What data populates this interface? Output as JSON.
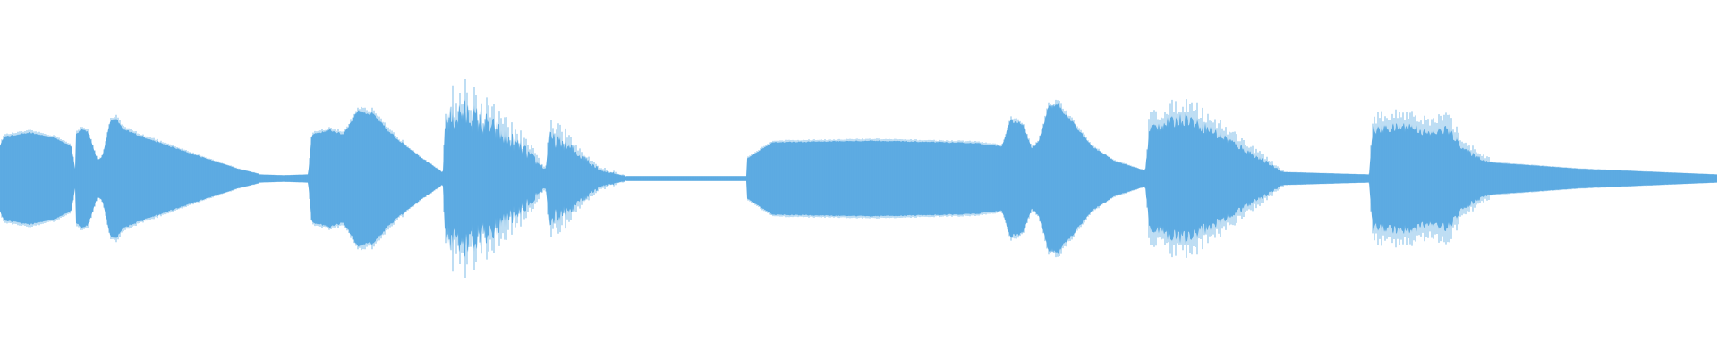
{
  "waveform": {
    "color": "#5dabe2",
    "background": "#ffffff",
    "segments": [
      {
        "kind": "blob",
        "env": [
          [
            0,
            0.4
          ],
          [
            0.05,
            0.52
          ],
          [
            0.4,
            0.57
          ],
          [
            0.75,
            0.5
          ],
          [
            0.95,
            0.4
          ],
          [
            1,
            0.12
          ]
        ],
        "noise": 0.03
      },
      {
        "kind": "blob",
        "env": [
          [
            0,
            0.55
          ],
          [
            0.12,
            0.62
          ],
          [
            0.25,
            0.58
          ],
          [
            0.45,
            0.22
          ],
          [
            0.55,
            0.28
          ],
          [
            0.7,
            0.7
          ],
          [
            0.82,
            0.75
          ],
          [
            1,
            0.6
          ]
        ],
        "noise": 0.05
      },
      {
        "kind": "blob",
        "env": [
          [
            0,
            0.6
          ],
          [
            0.3,
            0.42
          ],
          [
            0.55,
            0.28
          ],
          [
            0.85,
            0.12
          ],
          [
            1,
            0.06
          ]
        ],
        "noise": 0.05
      },
      {
        "kind": "thin",
        "env": [
          [
            0,
            0.05
          ],
          [
            0.5,
            0.04
          ],
          [
            1,
            0.05
          ]
        ],
        "noise": 0.0
      },
      {
        "kind": "blob",
        "env": [
          [
            0,
            0.12
          ],
          [
            0.05,
            0.55
          ],
          [
            0.35,
            0.6
          ],
          [
            0.55,
            0.55
          ],
          [
            0.62,
            0.62
          ],
          [
            0.8,
            0.85
          ],
          [
            1,
            0.8
          ]
        ],
        "noise": 0.05
      },
      {
        "kind": "blob",
        "env": [
          [
            0,
            0.82
          ],
          [
            0.25,
            0.58
          ],
          [
            0.5,
            0.4
          ],
          [
            0.8,
            0.2
          ],
          [
            1,
            0.08
          ]
        ],
        "noise": 0.08
      },
      {
        "kind": "spiky",
        "env": [
          [
            0,
            0.08
          ],
          [
            0.02,
            0.7
          ],
          [
            0.2,
            0.82
          ],
          [
            0.45,
            0.65
          ],
          [
            0.75,
            0.4
          ],
          [
            1,
            0.12
          ]
        ],
        "noise": 0.25
      },
      {
        "kind": "spiky",
        "env": [
          [
            0,
            0.12
          ],
          [
            0.03,
            0.5
          ],
          [
            0.2,
            0.45
          ],
          [
            0.45,
            0.28
          ],
          [
            0.7,
            0.1
          ],
          [
            1,
            0.03
          ]
        ],
        "noise": 0.2
      },
      {
        "kind": "thin",
        "env": [
          [
            0,
            0.03
          ],
          [
            1,
            0.03
          ]
        ],
        "noise": 0.0
      },
      {
        "kind": "blob",
        "env": [
          [
            0,
            0.25
          ],
          [
            0.1,
            0.45
          ],
          [
            0.5,
            0.47
          ],
          [
            0.9,
            0.44
          ],
          [
            1,
            0.4
          ]
        ],
        "noise": 0.03
      },
      {
        "kind": "blob",
        "env": [
          [
            0,
            0.4
          ],
          [
            0.12,
            0.72
          ],
          [
            0.3,
            0.68
          ],
          [
            0.45,
            0.38
          ],
          [
            0.55,
            0.45
          ],
          [
            0.7,
            0.88
          ],
          [
            0.85,
            0.92
          ],
          [
            1,
            0.75
          ]
        ],
        "noise": 0.07
      },
      {
        "kind": "blob",
        "env": [
          [
            0,
            0.75
          ],
          [
            0.3,
            0.4
          ],
          [
            0.6,
            0.22
          ],
          [
            1,
            0.1
          ]
        ],
        "noise": 0.05
      },
      {
        "kind": "spiky",
        "env": [
          [
            0,
            0.1
          ],
          [
            0.03,
            0.62
          ],
          [
            0.3,
            0.75
          ],
          [
            0.6,
            0.48
          ],
          [
            1,
            0.08
          ]
        ],
        "noise": 0.12
      },
      {
        "kind": "blob",
        "env": [
          [
            0,
            0.08
          ],
          [
            1,
            0.05
          ]
        ],
        "noise": 0.02
      },
      {
        "kind": "spiky",
        "env": [
          [
            0,
            0.05
          ],
          [
            0.03,
            0.6
          ],
          [
            0.35,
            0.65
          ],
          [
            0.5,
            0.55
          ],
          [
            0.65,
            0.62
          ],
          [
            0.8,
            0.35
          ],
          [
            1,
            0.2
          ]
        ],
        "noise": 0.1
      },
      {
        "kind": "blob",
        "env": [
          [
            0,
            0.2
          ],
          [
            0.4,
            0.12
          ],
          [
            1,
            0.05
          ]
        ],
        "noise": 0.03
      }
    ]
  }
}
